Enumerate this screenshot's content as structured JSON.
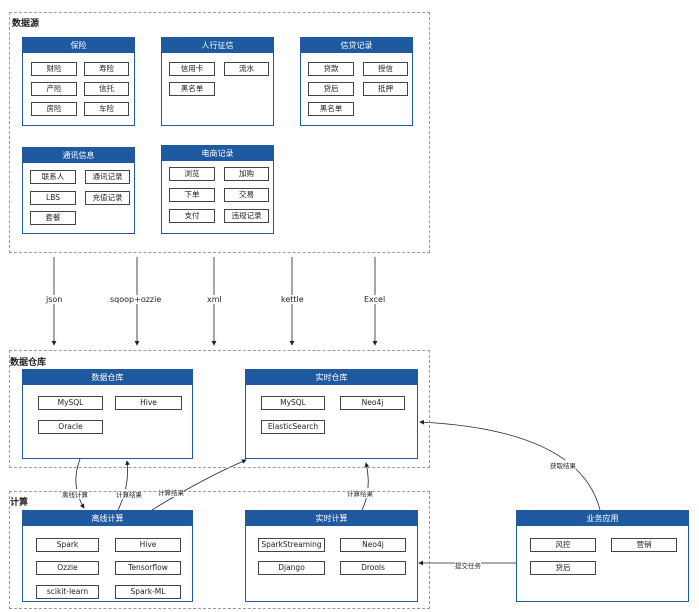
{
  "regions": {
    "data_source": "数据源",
    "warehouse": "数据仓库",
    "compute": "计算"
  },
  "boxes": {
    "insurance": {
      "title": "保险",
      "items": [
        "财险",
        "寿险",
        "产险",
        "信托",
        "房险",
        "车险"
      ]
    },
    "credit_bureau": {
      "title": "人行征信",
      "items": [
        "信用卡",
        "流水",
        "黑名单"
      ]
    },
    "loan_records": {
      "title": "信贷记录",
      "items": [
        "贷款",
        "授信",
        "贷后",
        "抵押",
        "黑名单"
      ]
    },
    "telecom": {
      "title": "通讯信息",
      "items": [
        "联系人",
        "通讯记录",
        "LBS",
        "充值记录",
        "套餐"
      ]
    },
    "ecommerce": {
      "title": "电商记录",
      "items": [
        "浏览",
        "加购",
        "下单",
        "交易",
        "支付",
        "违规记录"
      ]
    },
    "data_warehouse": {
      "title": "数据仓库",
      "items": [
        "MySQL",
        "Hive",
        "Oracle"
      ]
    },
    "realtime_warehouse": {
      "title": "实时仓库",
      "items": [
        "MySQL",
        "Neo4j",
        "ElasticSearch"
      ]
    },
    "offline_compute": {
      "title": "离线计算",
      "items": [
        "Spark",
        "Hive",
        "Ozzie",
        "Tensorflow",
        "scikit-learn",
        "Spark-ML"
      ]
    },
    "realtime_compute": {
      "title": "实时计算",
      "items": [
        "SparkStreaming",
        "Neo4j",
        "Django",
        "Drools"
      ]
    },
    "business_app": {
      "title": "业务应用",
      "items": [
        "风控",
        "营销",
        "贷后"
      ]
    }
  },
  "connectors": {
    "ingest": [
      "json",
      "sqoop+ozzie",
      "xml",
      "kettle",
      "Excel"
    ],
    "offline_calc": "离线计算",
    "calc_result_1": "计算结果",
    "calc_result_2": "计算结果",
    "calc_result_3": "计算结果",
    "fetch_result": "获取结果",
    "submit_task": "提交任务"
  }
}
